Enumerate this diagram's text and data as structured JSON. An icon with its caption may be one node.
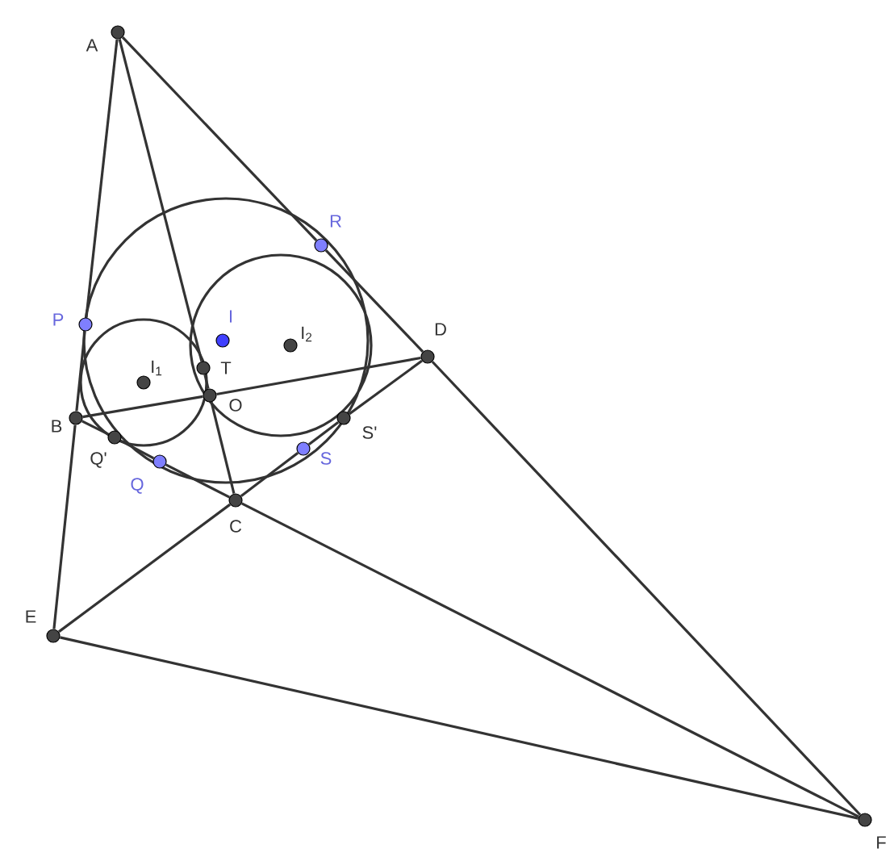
{
  "diagram": {
    "nodes": [
      {
        "text": [
          "A"
        ]
      },
      {
        "text": [
          "B"
        ]
      },
      {
        "text": [
          "C"
        ]
      },
      {
        "text": [
          "D"
        ]
      },
      {
        "text": [
          "E"
        ]
      },
      {
        "text": [
          "F"
        ]
      },
      {
        "text": [
          "O"
        ]
      },
      {
        "text": [
          "T"
        ]
      },
      {
        "text": [
          "P"
        ]
      },
      {
        "text": [
          "Q"
        ]
      },
      {
        "text": [
          "R"
        ]
      },
      {
        "text": [
          "S"
        ]
      },
      {
        "text": [
          "Q'"
        ]
      },
      {
        "text": [
          "S'"
        ]
      },
      {
        "text": [
          "I"
        ]
      },
      {
        "text": [
          "I$_{1}$"
        ]
      },
      {
        "text": [
          "I$_{2}$"
        ]
      }
    ],
    "edges": [
      {
        "from": 0,
        "to": 8,
        "arrow": "none"
      },
      {
        "from": 8,
        "to": 1,
        "arrow": "none"
      },
      {
        "from": 1,
        "to": 4,
        "arrow": "none"
      },
      {
        "from": 0,
        "to": 10,
        "arrow": "none"
      },
      {
        "from": 10,
        "to": 3,
        "arrow": "none"
      },
      {
        "from": 3,
        "to": 5,
        "arrow": "none"
      },
      {
        "from": 0,
        "to": 7,
        "arrow": "none"
      },
      {
        "from": 7,
        "to": 6,
        "arrow": "none"
      },
      {
        "from": 6,
        "to": 2,
        "arrow": "none"
      },
      {
        "from": 1,
        "to": 6,
        "arrow": "none"
      },
      {
        "from": 6,
        "to": 3,
        "arrow": "none"
      },
      {
        "from": 1,
        "to": 12,
        "arrow": "none"
      },
      {
        "from": 12,
        "to": 9,
        "arrow": "none"
      },
      {
        "from": 9,
        "to": 2,
        "arrow": "none"
      },
      {
        "from": 2,
        "to": 5,
        "arrow": "none"
      },
      {
        "from": 4,
        "to": 2,
        "arrow": "none"
      },
      {
        "from": 2,
        "to": 11,
        "arrow": "none"
      },
      {
        "from": 11,
        "to": 13,
        "arrow": "none"
      },
      {
        "from": 13,
        "to": 3,
        "arrow": "none"
      },
      {
        "from": 4,
        "to": 5,
        "arrow": "none"
      }
    ]
  }
}
